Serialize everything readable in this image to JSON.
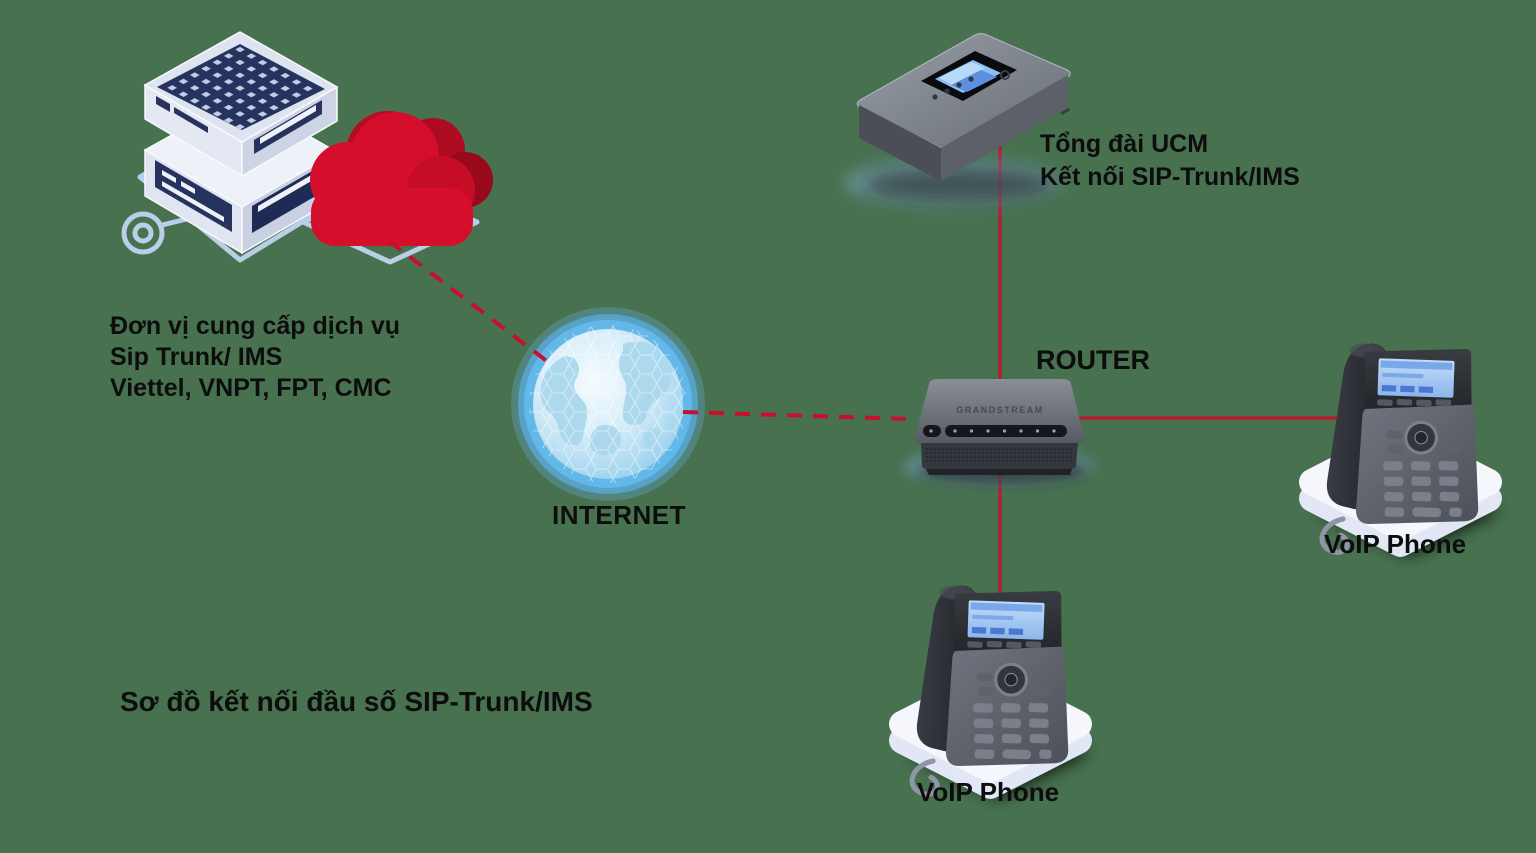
{
  "diagram_title": "Sơ đồ kết nối đầu số SIP-Trunk/IMS",
  "provider": {
    "line1": "Đơn vị cung cấp dịch vụ",
    "line2": "Sip Trunk/ IMS",
    "line3": "Viettel, VNPT, FPT, CMC"
  },
  "internet_label": "INTERNET",
  "router_label": "ROUTER",
  "ucm": {
    "line1": "Tổng đài UCM",
    "line2": "Kết nối SIP-Trunk/IMS"
  },
  "voip_phone_right_label": "VoIP Phone",
  "voip_phone_bottom_label": "VoIP Phone",
  "router_brand": "GRANDSTREAM",
  "connections": [
    {
      "from": "provider-cloud",
      "to": "internet-globe",
      "style": "dashed",
      "color": "#c8102e"
    },
    {
      "from": "internet-globe",
      "to": "router",
      "style": "dashed",
      "color": "#c8102e"
    },
    {
      "from": "ucm",
      "to": "router",
      "style": "solid",
      "color": "#c8102e"
    },
    {
      "from": "router",
      "to": "voip-phone-bottom",
      "style": "solid",
      "color": "#c8102e"
    },
    {
      "from": "router",
      "to": "voip-phone-right",
      "style": "solid",
      "color": "#c8102e"
    }
  ],
  "colors": {
    "background": "#47714f",
    "connection_red": "#c8102e",
    "cloud_red": "#d40e2b",
    "cloud_red_dark": "#a30b20",
    "server_navy": "#26335f",
    "server_body_light": "#e3e8f3",
    "outline_blue": "#b9cfe8",
    "globe_blue": "#62b8e8",
    "device_gray": "#5a5e66",
    "platform_white": "#f5f7fd",
    "text_black": "#0d0d0d"
  }
}
